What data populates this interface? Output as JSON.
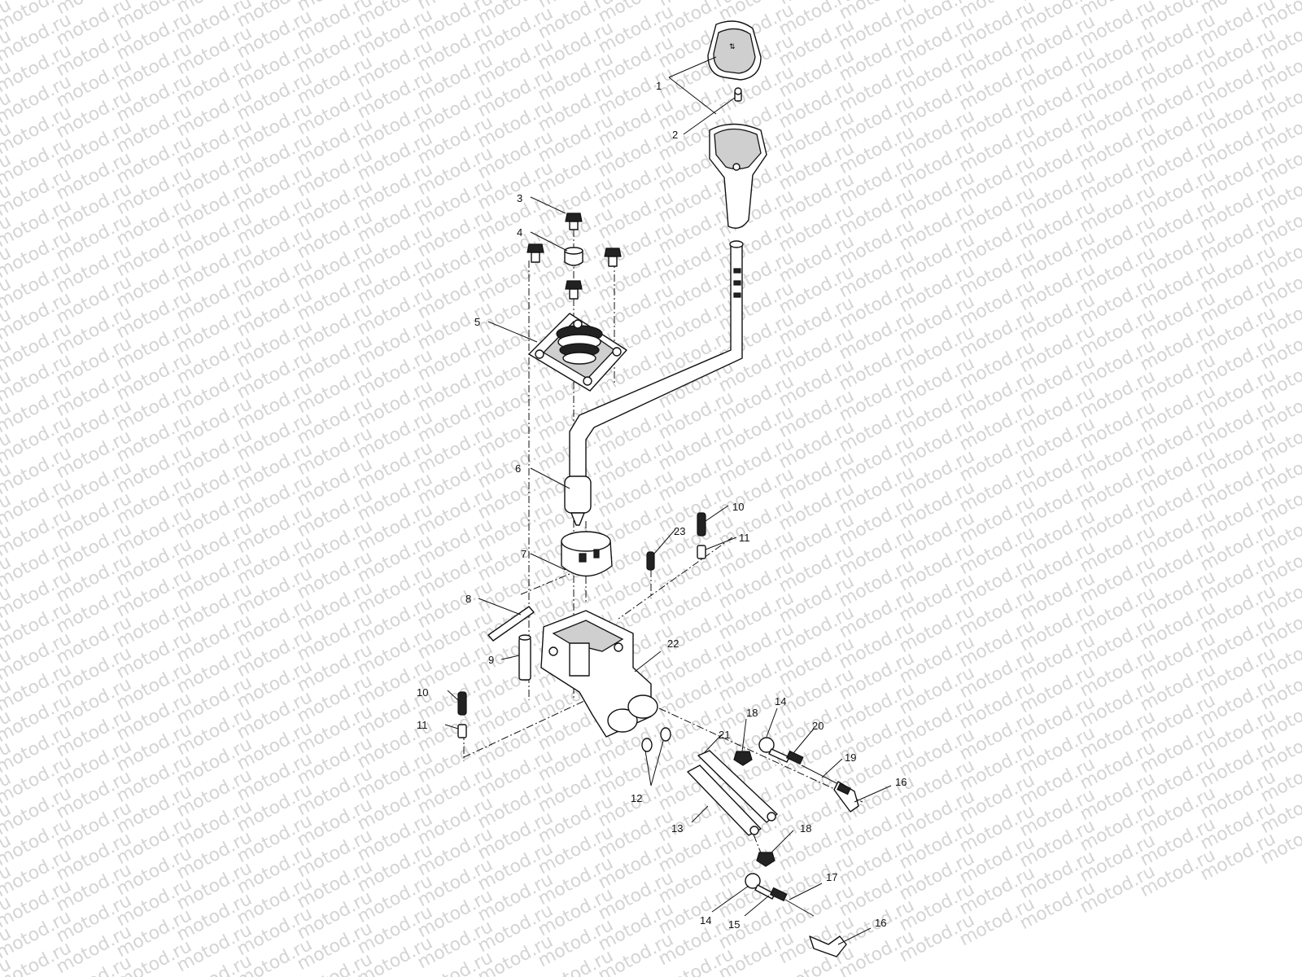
{
  "watermark": {
    "text": "motod.ru"
  },
  "callouts": [
    {
      "id": "1",
      "label": "1"
    },
    {
      "id": "2",
      "label": "2"
    },
    {
      "id": "3",
      "label": "3"
    },
    {
      "id": "4",
      "label": "4"
    },
    {
      "id": "5",
      "label": "5"
    },
    {
      "id": "6",
      "label": "6"
    },
    {
      "id": "7",
      "label": "7"
    },
    {
      "id": "8",
      "label": "8"
    },
    {
      "id": "9",
      "label": "9"
    },
    {
      "id": "10a",
      "label": "10"
    },
    {
      "id": "11a",
      "label": "11"
    },
    {
      "id": "23",
      "label": "23"
    },
    {
      "id": "22",
      "label": "22"
    },
    {
      "id": "10b",
      "label": "10"
    },
    {
      "id": "11b",
      "label": "11"
    },
    {
      "id": "12",
      "label": "12"
    },
    {
      "id": "21",
      "label": "21"
    },
    {
      "id": "13",
      "label": "13"
    },
    {
      "id": "18a",
      "label": "18"
    },
    {
      "id": "14a",
      "label": "14"
    },
    {
      "id": "20",
      "label": "20"
    },
    {
      "id": "19",
      "label": "19"
    },
    {
      "id": "16a",
      "label": "16"
    },
    {
      "id": "18b",
      "label": "18"
    },
    {
      "id": "17",
      "label": "17"
    },
    {
      "id": "14b",
      "label": "14"
    },
    {
      "id": "15",
      "label": "15"
    },
    {
      "id": "16b",
      "label": "16"
    }
  ]
}
